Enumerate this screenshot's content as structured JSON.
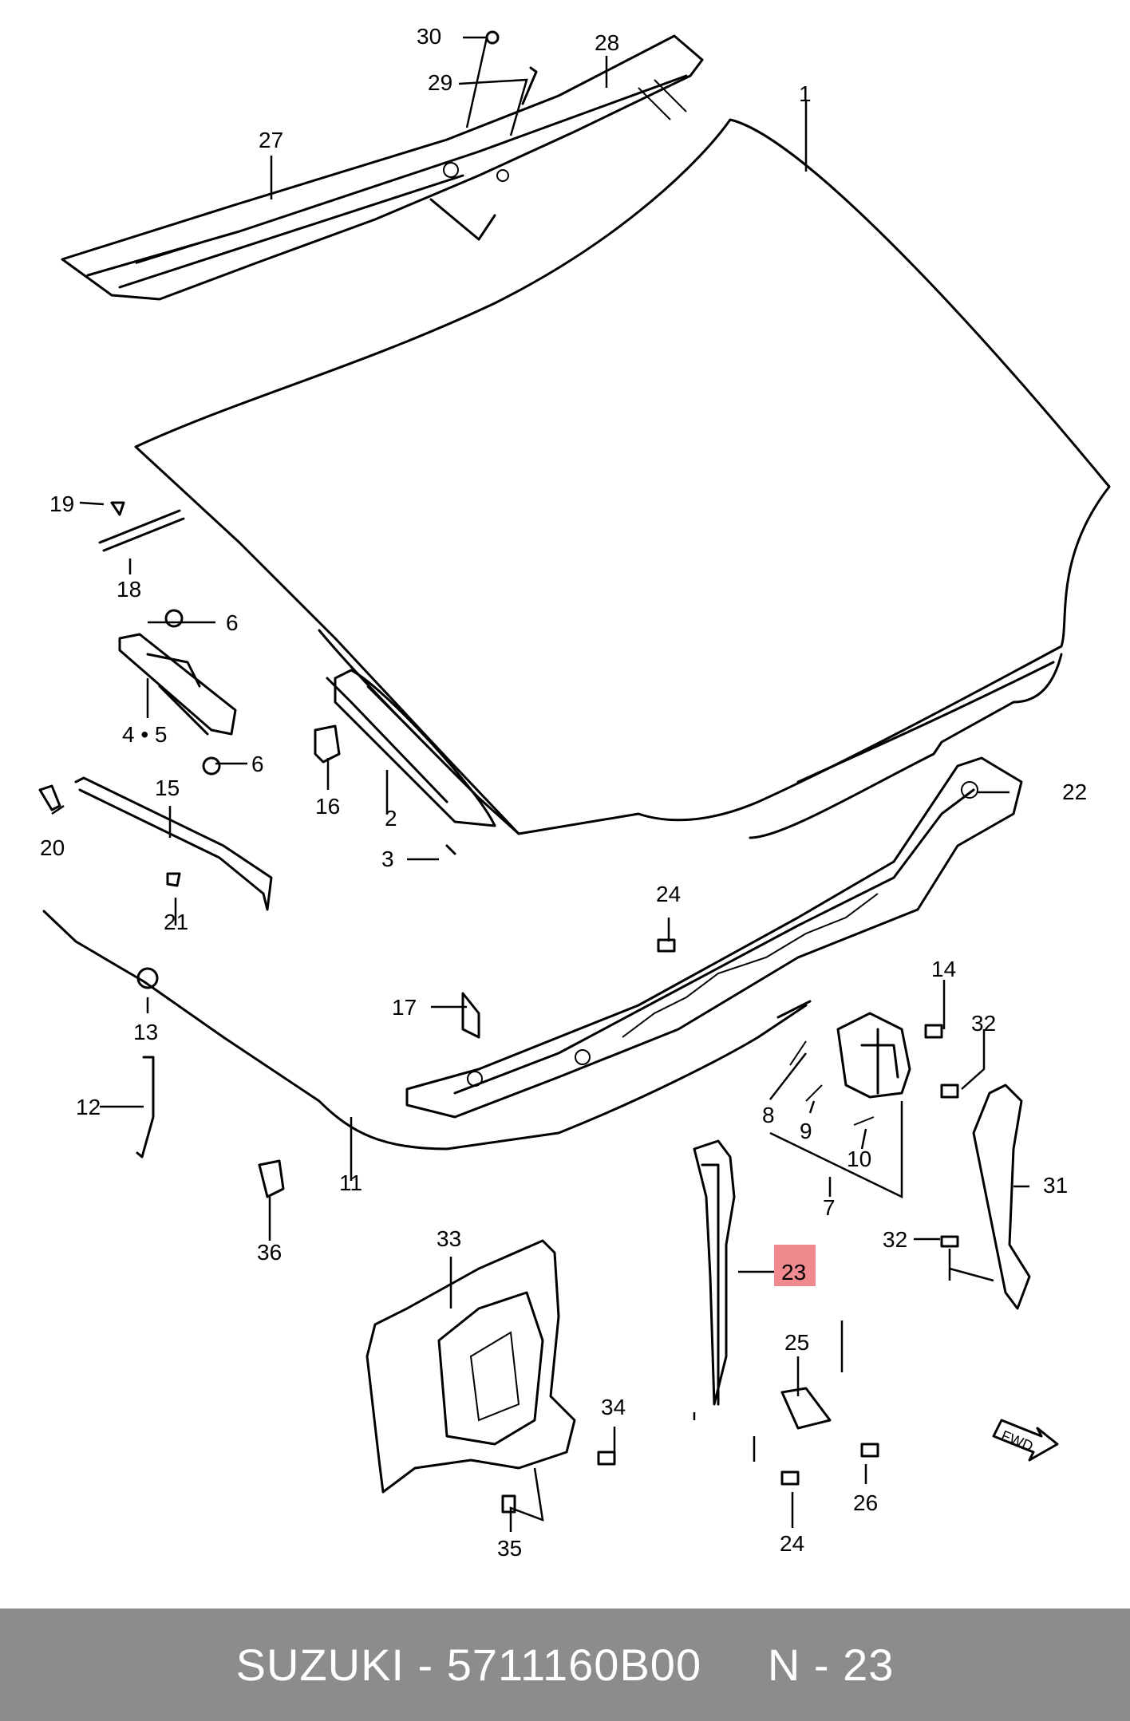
{
  "diagram": {
    "labels": {
      "l1": "1",
      "l2": "2",
      "l3": "3",
      "l4": "4 • 5",
      "l6a": "6",
      "l6b": "6",
      "l7": "7",
      "l8": "8",
      "l9": "9",
      "l10": "10",
      "l11": "11",
      "l12": "12",
      "l13": "13",
      "l14": "14",
      "l15": "15",
      "l16": "16",
      "l17": "17",
      "l18": "18",
      "l19": "19",
      "l20": "20",
      "l21": "21",
      "l22": "22",
      "l23": "23",
      "l24a": "24",
      "l24b": "24",
      "l25": "25",
      "l26": "26",
      "l27": "27",
      "l28": "28",
      "l29": "29",
      "l30": "30",
      "l31": "31",
      "l32a": "32",
      "l32b": "32",
      "l33": "33",
      "l34": "34",
      "l35": "35",
      "l36": "36"
    },
    "fwd": "FWD",
    "highlight_color": "#f08a8f"
  },
  "footer": {
    "text": "SUZUKI - 5711160B00     N - 23",
    "background": "#8c8c8c"
  }
}
